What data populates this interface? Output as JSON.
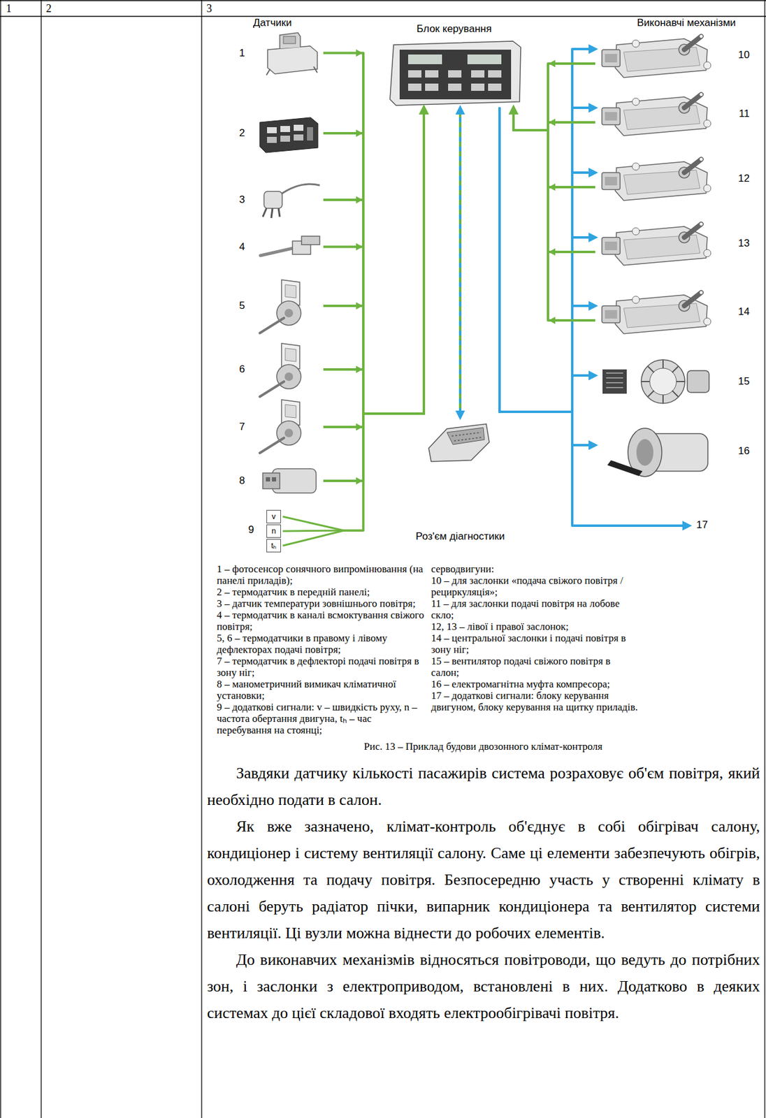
{
  "diagram": {
    "caption": "Рис. 13 – Приклад будови двозонного клімат-контроля",
    "nodes": [
      {
        "text": [
          "1"
        ]
      },
      {
        "text": [
          "2"
        ]
      },
      {
        "text": [
          "3"
        ]
      },
      {
        "text": [
          "4"
        ]
      },
      {
        "text": [
          "5"
        ]
      },
      {
        "text": [
          "6"
        ]
      },
      {
        "text": [
          "7"
        ]
      },
      {
        "text": [
          "8"
        ]
      },
      {
        "text": [
          "v"
        ]
      },
      {
        "text": [
          "n"
        ]
      },
      {
        "text": [
          "tₕ"
        ]
      },
      {
        "text": [
          "Блок керування"
        ]
      },
      {
        "text": [
          "Роз'єм діагностики"
        ]
      },
      {
        "text": [
          "10"
        ]
      },
      {
        "text": [
          "11"
        ]
      },
      {
        "text": [
          "12"
        ]
      },
      {
        "text": [
          "13"
        ]
      },
      {
        "text": [
          "14"
        ]
      },
      {
        "text": [
          "15"
        ]
      },
      {
        "text": [
          "16"
        ]
      }
    ],
    "edges": [
      {
        "from": 0,
        "to": 11,
        "arrow": "to"
      },
      {
        "from": 1,
        "to": 11,
        "arrow": "to"
      },
      {
        "from": 2,
        "to": 11,
        "arrow": "to"
      },
      {
        "from": 3,
        "to": 11,
        "arrow": "to"
      },
      {
        "from": 4,
        "to": 11,
        "arrow": "to"
      },
      {
        "from": 5,
        "to": 11,
        "arrow": "to"
      },
      {
        "from": 6,
        "to": 11,
        "arrow": "to"
      },
      {
        "from": 7,
        "to": 11,
        "arrow": "to"
      },
      {
        "from": 8,
        "to": 11,
        "arrow": "to"
      },
      {
        "from": 9,
        "to": 11,
        "arrow": "to"
      },
      {
        "from": 10,
        "to": 11,
        "arrow": "to"
      },
      {
        "from": 11,
        "to": 12,
        "arrow": "both"
      },
      {
        "from": 11,
        "to": 13,
        "arrow": "to"
      },
      {
        "from": 11,
        "to": 14,
        "arrow": "to"
      },
      {
        "from": 11,
        "to": 15,
        "arrow": "to"
      },
      {
        "from": 11,
        "to": 16,
        "arrow": "to"
      },
      {
        "from": 11,
        "to": 17,
        "arrow": "to"
      },
      {
        "from": 11,
        "to": 18,
        "arrow": "to"
      },
      {
        "from": 11,
        "to": 19,
        "arrow": "to"
      },
      {
        "from": 13,
        "to": 11,
        "arrow": "to"
      },
      {
        "from": 14,
        "to": 11,
        "arrow": "to"
      },
      {
        "from": 15,
        "to": 11,
        "arrow": "to"
      },
      {
        "from": 16,
        "to": 11,
        "arrow": "to"
      },
      {
        "from": 17,
        "to": 11,
        "arrow": "to"
      }
    ],
    "labels": [
      "1",
      "2",
      "3",
      "Датчики",
      "Виконавчі механізми",
      "9",
      "17",
      "1 – фотосенсор сонячного випромінювання (на панелі приладів);",
      "2 – термодатчик в передній панелі;",
      "3 – датчик температури зовнішнього повітря;",
      "4 – термодатчик в каналі всмоктування свіжого повітря;",
      "5, 6 – термодатчики в правому і лівому дефлекторах подачі повітря;",
      "7 – термодатчик в дефлекторі подачі повітря в зону ніг;",
      "8 – манометричний вимикач кліматичної установки;",
      "9 – додаткові сигнали: v – швидкість руху, n – частота обертання двигуна, tₕ – час перебування на стоянці;",
      "серводвигуни:",
      "10 – для заслонки «подача свіжого повітря / рециркуляція»;",
      "11 – для заслонки подачі повітря на лобове скло;",
      "12, 13 – лівої і правої заслонок;",
      "14 – центральної заслонки і подачі повітря в зону ніг;",
      "15 – вентилятор подачі свіжого повітря в салон;",
      "16 – електромагнітна муфта компресора;",
      "17 – додаткові сигнали: блоку керування двигуном, блоку керування на щитку приладів.",
      "Завдяки датчику кількості пасажирів система розраховує об'єм повітря, який необхідно подати в салон.",
      "Як вже зазначено, клімат-контроль об'єднує в собі обігрівач салону, кондиціонер і систему вентиляції салону. Саме ці елементи забезпечують обігрів, охолодження та подачу повітря. Безпосередню участь у створенні клімату в салоні беруть радіатор пічки, випарник кондиціонера та вентилятор системи вентиляції. Ці вузли можна віднести до робочих елементів.",
      "До виконавчих механізмів відносяться повітроводи, що ведуть до потрібних зон, і заслонки з електроприводом, встановлені в них. Додатково в деяких системах до цієї складової входять електрообігрівачі повітря."
    ]
  }
}
